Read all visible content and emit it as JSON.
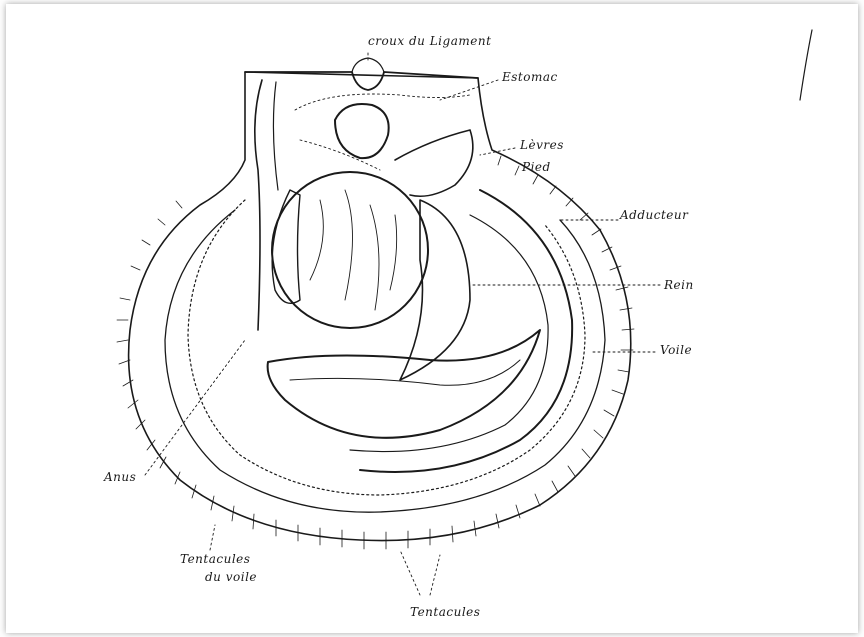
{
  "labels": {
    "croux_ligament": "croux du Ligament",
    "estomac": "Estomac",
    "levres": "Lèvres",
    "pied": "Pied",
    "adducteur": "Adducteur",
    "rein": "Rein",
    "voile": "Voile",
    "anus": "Anus",
    "tentacules_voile_1": "Tentacules",
    "tentacules_voile_2": "du voile",
    "tentacules": "Tentacules"
  },
  "colors": {
    "ink": "#1a1a1a",
    "paper": "#ffffff"
  }
}
